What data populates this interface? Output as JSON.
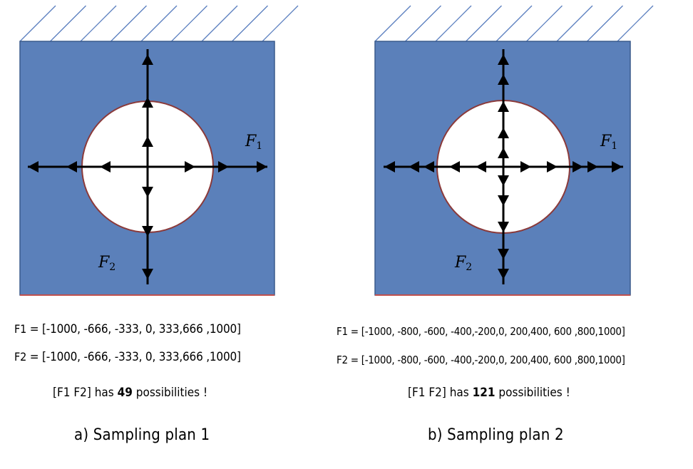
{
  "panels": [
    {
      "id": "a",
      "f1_label": "F",
      "f1_sub": "1",
      "f2_label": "F",
      "f2_sub": "2",
      "f1_line_name": "F1",
      "f1_line_values": " = [-1000, -666, -333, 0, 333,666 ,1000]",
      "f2_line_name": "F2",
      "f2_line_values": " = [-1000, -666, -333, 0, 333,666 ,1000]",
      "poss_prefix": "[F1 F2] has ",
      "poss_count": "49",
      "poss_suffix": " possibilities !",
      "caption": "a) Sampling plan 1"
    },
    {
      "id": "b",
      "f1_label": "F",
      "f1_sub": "1",
      "f2_label": "F",
      "f2_sub": "2",
      "f1_line_name": "F1",
      "f1_line_values": " = [-1000, -800, -600, -400,-200,0, 200,400, 600 ,800,1000]",
      "f2_line_name": "F2",
      "f2_line_values": " = [-1000, -800, -600, -400,-200,0, 200,400, 600 ,800,1000]",
      "poss_prefix": "[F1 F2] has ",
      "poss_count": "121",
      "poss_suffix": " possibilities !",
      "caption": "b) Sampling plan 2"
    }
  ],
  "colors": {
    "plate_fill": "#5b80ba",
    "plate_border": "#3a5a8c",
    "bottom_edge": "#c0504d",
    "hole_fill": "#ffffff",
    "hole_border": "#8b3a3a",
    "hatch": "#5b7fbf",
    "arrow": "#000000"
  }
}
